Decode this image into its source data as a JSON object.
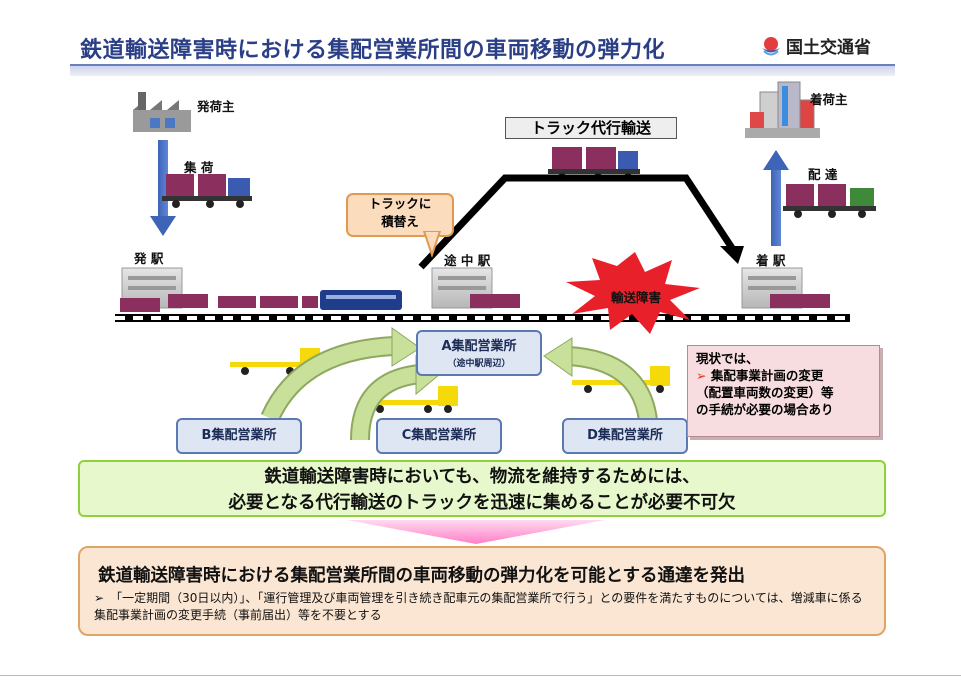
{
  "title": "鉄道輸送障害時における集配営業所間の車両移動の弾力化",
  "logo_text": "国土交通省",
  "labels": {
    "shipper": "発荷主",
    "consignee": "着荷主",
    "pickup": "集 荷",
    "delivery": "配 達",
    "origin_station": "発 駅",
    "midway_station": "途 中 駅",
    "dest_station": "着 駅",
    "transfer_callout": "トラックに\n積替え",
    "truck_substitute": "トラック代行輸送",
    "disruption": "輸送障害"
  },
  "offices": {
    "a_name": "A集配営業所",
    "a_sub": "（途中駅周辺）",
    "b_name": "B集配営業所",
    "c_name": "C集配営業所",
    "d_name": "D集配営業所"
  },
  "note": {
    "line1": "現状では、",
    "bullet": "集配事業計画の変更",
    "line3": "（配置車両数の変更）等",
    "line4": "の手続が必要の場合あり"
  },
  "green_box": {
    "line1": "鉄道輸送障害時においても、物流を維持するためには、",
    "line2": "必要となる代行輸送のトラックを迅速に集めることが必要不可欠"
  },
  "bottom": {
    "main": "鉄道輸送障害時における集配営業所間の車両移動の弾力化を可能とする通達を発出",
    "bullet": "「一定期間（30日以内）」、「運行管理及び車両管理を引き続き配車元の集配営業所で行う」との要件を満たすものについては、増減車に係る集配事業計画の変更手続（事前届出）等を不要とする"
  },
  "colors": {
    "title": "#2a3f86",
    "container": "#8b2f5e",
    "truck_cab_green": "#3f8a3a",
    "truck_cab_blue": "#3b5bb0",
    "flatbed_yellow": "#f5d90a",
    "arrow_green": "#c8e09a",
    "blast_red": "#e8202a"
  },
  "icons": [
    "factory-icon",
    "buildings-icon",
    "container-truck-icon",
    "flatbed-truck-icon",
    "freight-train-icon",
    "station-building-icon",
    "ministry-logo-icon"
  ]
}
